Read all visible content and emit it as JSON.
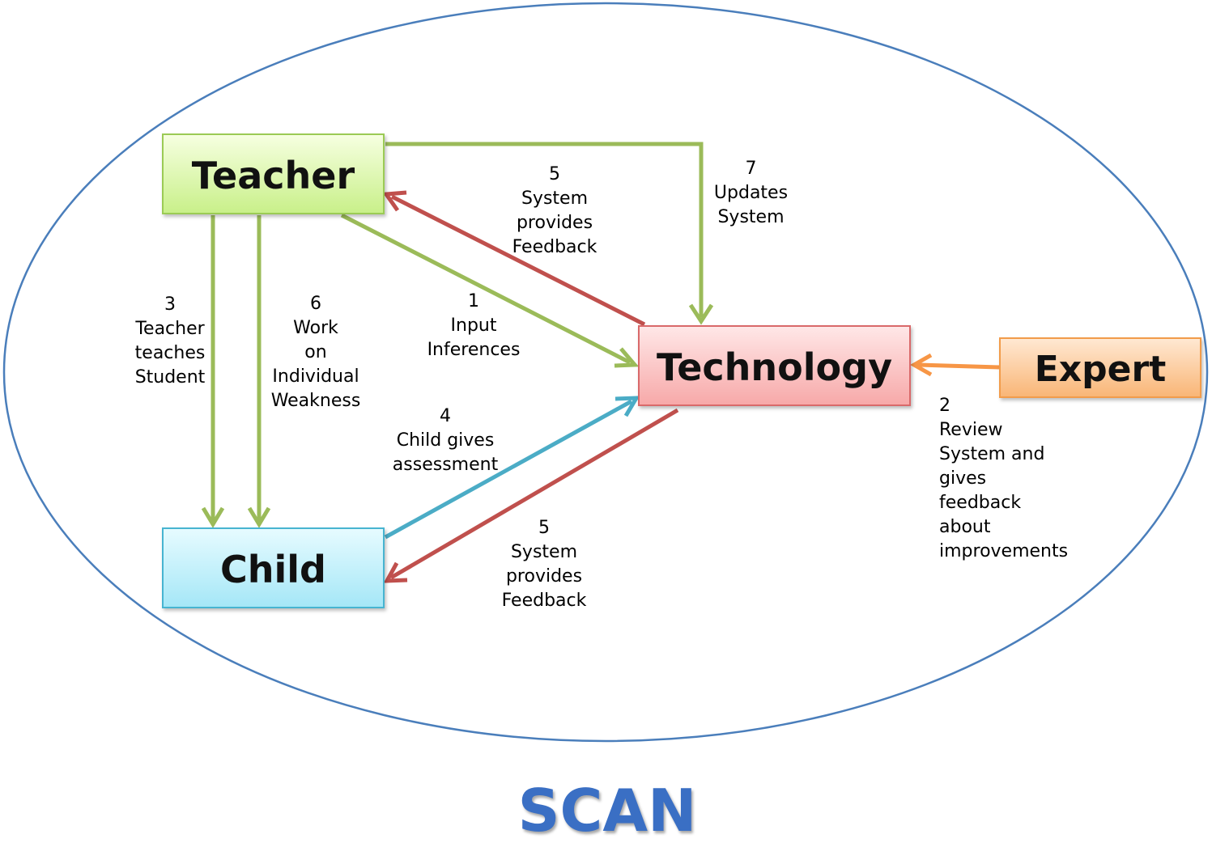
{
  "title": "SCAN",
  "nodes": {
    "teacher": "Teacher",
    "technology": "Technology",
    "expert": "Expert",
    "child": "Child"
  },
  "edges": {
    "e1": "1\nInput\nInferences",
    "e2": "2\nReview\nSystem and\ngives\nfeedback\nabout\nimprovements",
    "e3": "3\nTeacher\nteaches\nStudent",
    "e4": "4\nChild gives\nassessment",
    "e5a": "5\nSystem\nprovides\nFeedback",
    "e5b": "5\nSystem\nprovides\nFeedback",
    "e6": "6\nWork\non\nIndividual\nWeakness",
    "e7": "7\nUpdates\nSystem"
  },
  "colors": {
    "ellipse": "#4a7ebb",
    "green_arrow": "#9bbb59",
    "red_arrow": "#c0504d",
    "blue_arrow": "#4bacc6",
    "orange_arrow": "#f79646",
    "title": "#3a6fc4"
  }
}
